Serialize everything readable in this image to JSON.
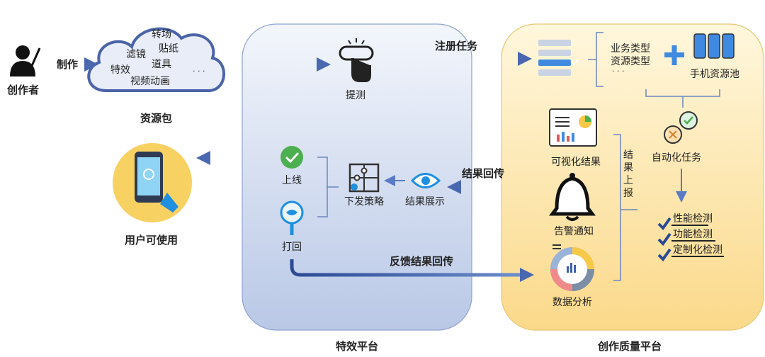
{
  "creator": {
    "label": "创作者",
    "action": "制作"
  },
  "resource_pack": {
    "label": "资源包",
    "items": [
      "转场",
      "贴纸",
      "滤镜",
      "道具",
      "特效",
      "视频动画",
      "· · ·"
    ]
  },
  "effects_platform": {
    "title": "特效平台",
    "submit_test": "提测",
    "online": "上线",
    "reject": "打回",
    "issue_strategy": "下发策略",
    "result_display": "结果展示"
  },
  "user": {
    "label": "用户可使用"
  },
  "quality_platform": {
    "title": "创作质量平台",
    "business_type": "业务类型",
    "resource_type": "资源类型",
    "ellipsis": "· · ·",
    "phone_pool": "手机资源池",
    "auto_task": "自动化任务",
    "visual_result": "可视化结果",
    "alert": "告警通知",
    "data_analysis": "数据分析",
    "result_report": [
      "结",
      "果",
      "上",
      "报"
    ],
    "checks": [
      "性能检测",
      "功能检测",
      "定制化检测"
    ]
  },
  "arrows": {
    "register_task": "注册任务",
    "result_return": "结果回传",
    "feedback_return": "反馈结果回传"
  },
  "colors": {
    "arrow": "#3f5fa8",
    "green": "#4caf50",
    "blue": "#1f8fe0",
    "yellow": "#f7c948"
  }
}
